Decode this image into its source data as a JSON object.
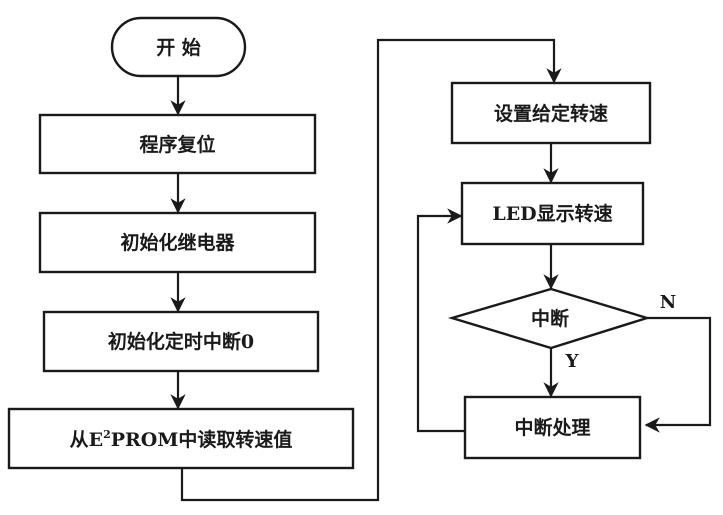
{
  "diagram": {
    "type": "flowchart",
    "nodes": {
      "start": {
        "shape": "terminal",
        "label": "开  始"
      },
      "reset": {
        "shape": "process",
        "label": "程序复位"
      },
      "init_relay": {
        "shape": "process",
        "label": "初始化继电器"
      },
      "init_timer": {
        "shape": "process",
        "label": "初始化定时中断0"
      },
      "read_eeprom": {
        "shape": "process",
        "label_prefix": "从E",
        "label_sup": "2",
        "label_suffix": "PROM中读取转速值",
        "label": "从E²PROM中读取转速值"
      },
      "set_speed": {
        "shape": "process",
        "label": "设置给定转速"
      },
      "led_display": {
        "shape": "process",
        "label": "LED显示转速"
      },
      "interrupt_check": {
        "shape": "decision",
        "label": "中断"
      },
      "interrupt_handle": {
        "shape": "process",
        "label": "中断处理"
      }
    },
    "edges": [
      {
        "from": "start",
        "to": "reset"
      },
      {
        "from": "reset",
        "to": "init_relay"
      },
      {
        "from": "init_relay",
        "to": "init_timer"
      },
      {
        "from": "init_timer",
        "to": "read_eeprom"
      },
      {
        "from": "read_eeprom",
        "to": "set_speed"
      },
      {
        "from": "set_speed",
        "to": "led_display"
      },
      {
        "from": "led_display",
        "to": "interrupt_check"
      },
      {
        "from": "interrupt_check",
        "to": "interrupt_handle",
        "label": "Y"
      },
      {
        "from": "interrupt_check",
        "to": "interrupt_handle",
        "label": "N"
      },
      {
        "from": "interrupt_handle",
        "to": "led_display"
      }
    ],
    "edge_labels": {
      "yes": "Y",
      "no": "N"
    }
  }
}
